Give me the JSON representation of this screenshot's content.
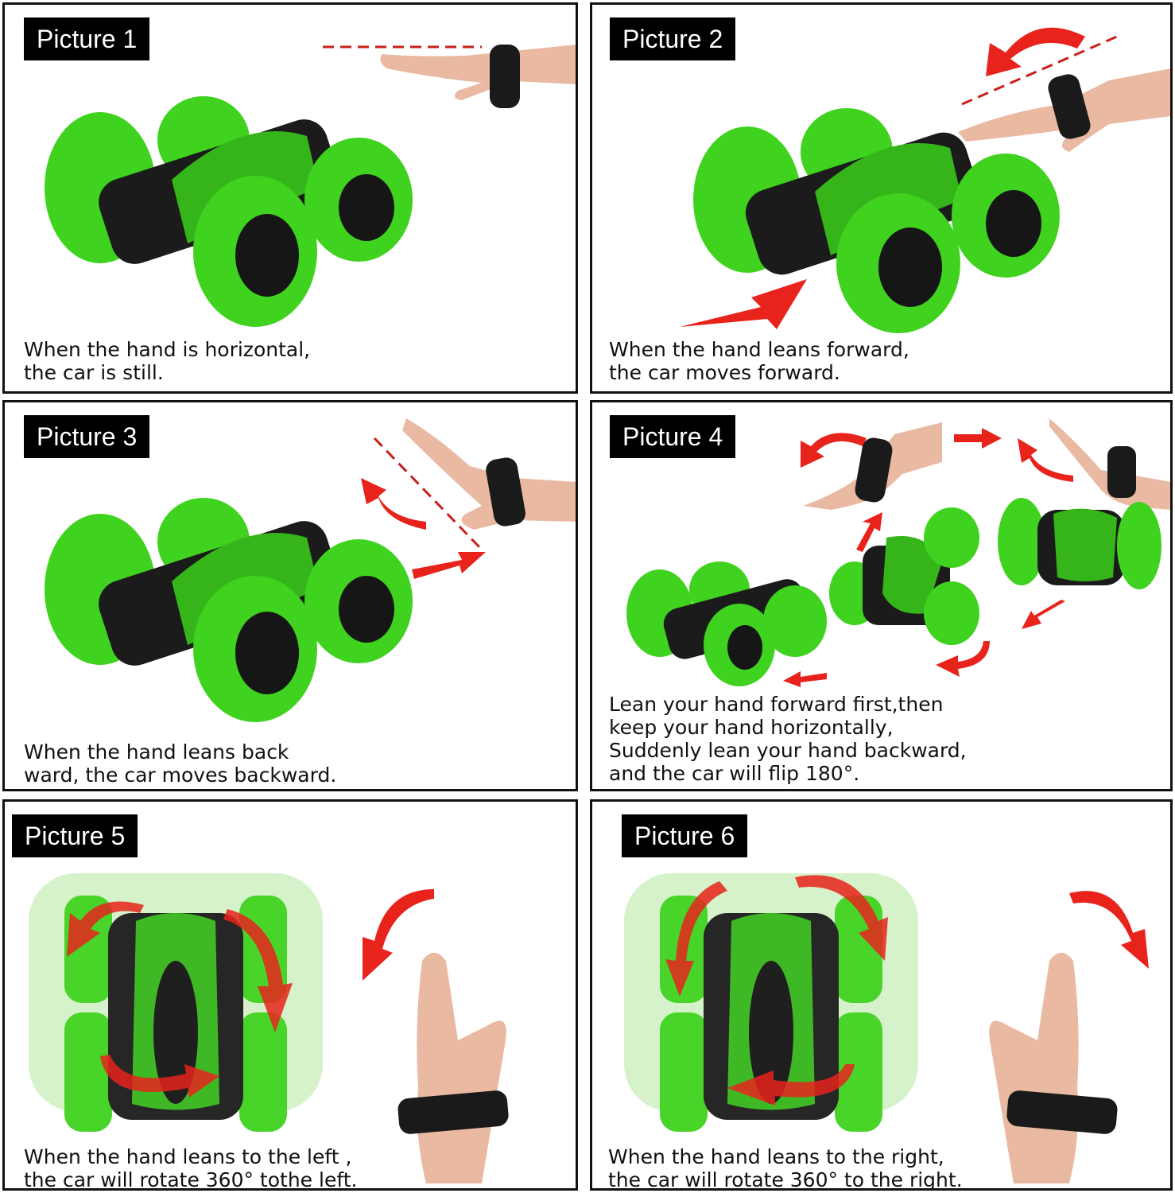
{
  "panels": [
    {
      "badge": "Picture 1",
      "caption": "When the hand is horizontal,\nthe car is still."
    },
    {
      "badge": "Picture 2",
      "caption": "When the hand leans forward,\nthe car moves forward."
    },
    {
      "badge": "Picture 3",
      "caption": "When the hand leans back\nward, the car moves backward."
    },
    {
      "badge": "Picture 4",
      "caption": "Lean your hand forward first,then\nkeep your hand horizontally,\nSuddenly lean your hand backward,\nand the car will flip 180°."
    },
    {
      "badge": "Picture 5",
      "caption": "When the hand leans to the left ,\nthe car will rotate 360° tothe left."
    },
    {
      "badge": "Picture 6",
      "caption": "When the hand leans to the right,\nthe car will rotate 360° to the right."
    }
  ],
  "colors": {
    "car_green": "#3fd21e",
    "arrow_red": "#e8231c",
    "strap": "#1a1a1a",
    "skin": "#e9b9a2"
  },
  "icons": [
    "stunt-car-illustration",
    "hand-with-wrist-strap",
    "direction-arrow"
  ]
}
